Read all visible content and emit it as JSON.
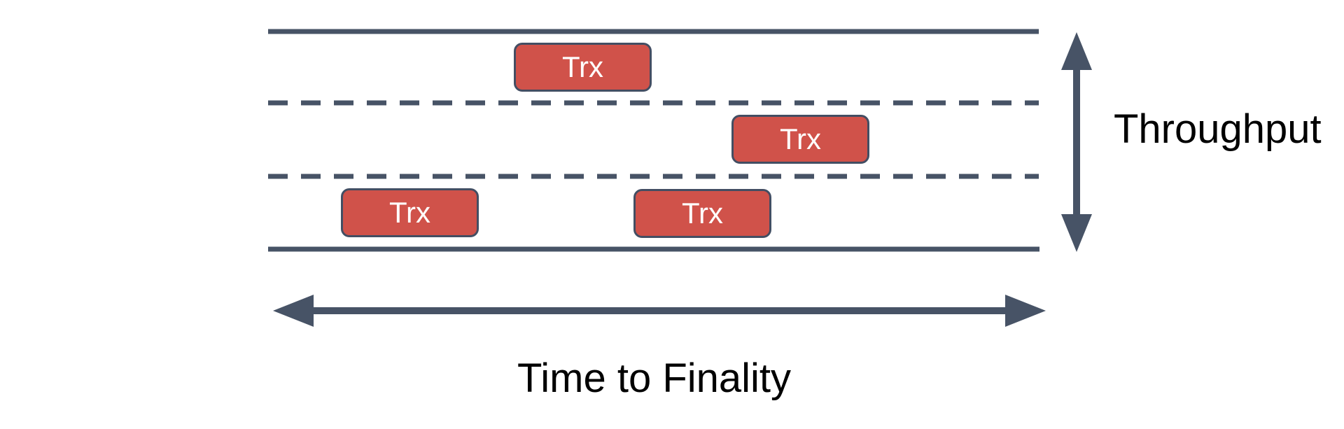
{
  "diagram": {
    "description": "Blockchain transaction road diagram: lanes of Trx boxes, Throughput vs Time to Finality axes",
    "labels": {
      "throughput": "Throughput",
      "time_to_finality": "Time to Finality"
    },
    "road": {
      "lane_count": 3,
      "transactions": [
        {
          "label": "Trx",
          "lane": "top"
        },
        {
          "label": "Trx",
          "lane": "middle"
        },
        {
          "label": "Trx",
          "lane": "bottom"
        },
        {
          "label": "Trx",
          "lane": "bottom"
        }
      ]
    },
    "colors": {
      "line": "#475366",
      "trx_fill": "#d0524a",
      "trx_border": "#434e63",
      "trx_text": "#ffffff",
      "label_text": "#000000",
      "bg": "#ffffff"
    }
  }
}
